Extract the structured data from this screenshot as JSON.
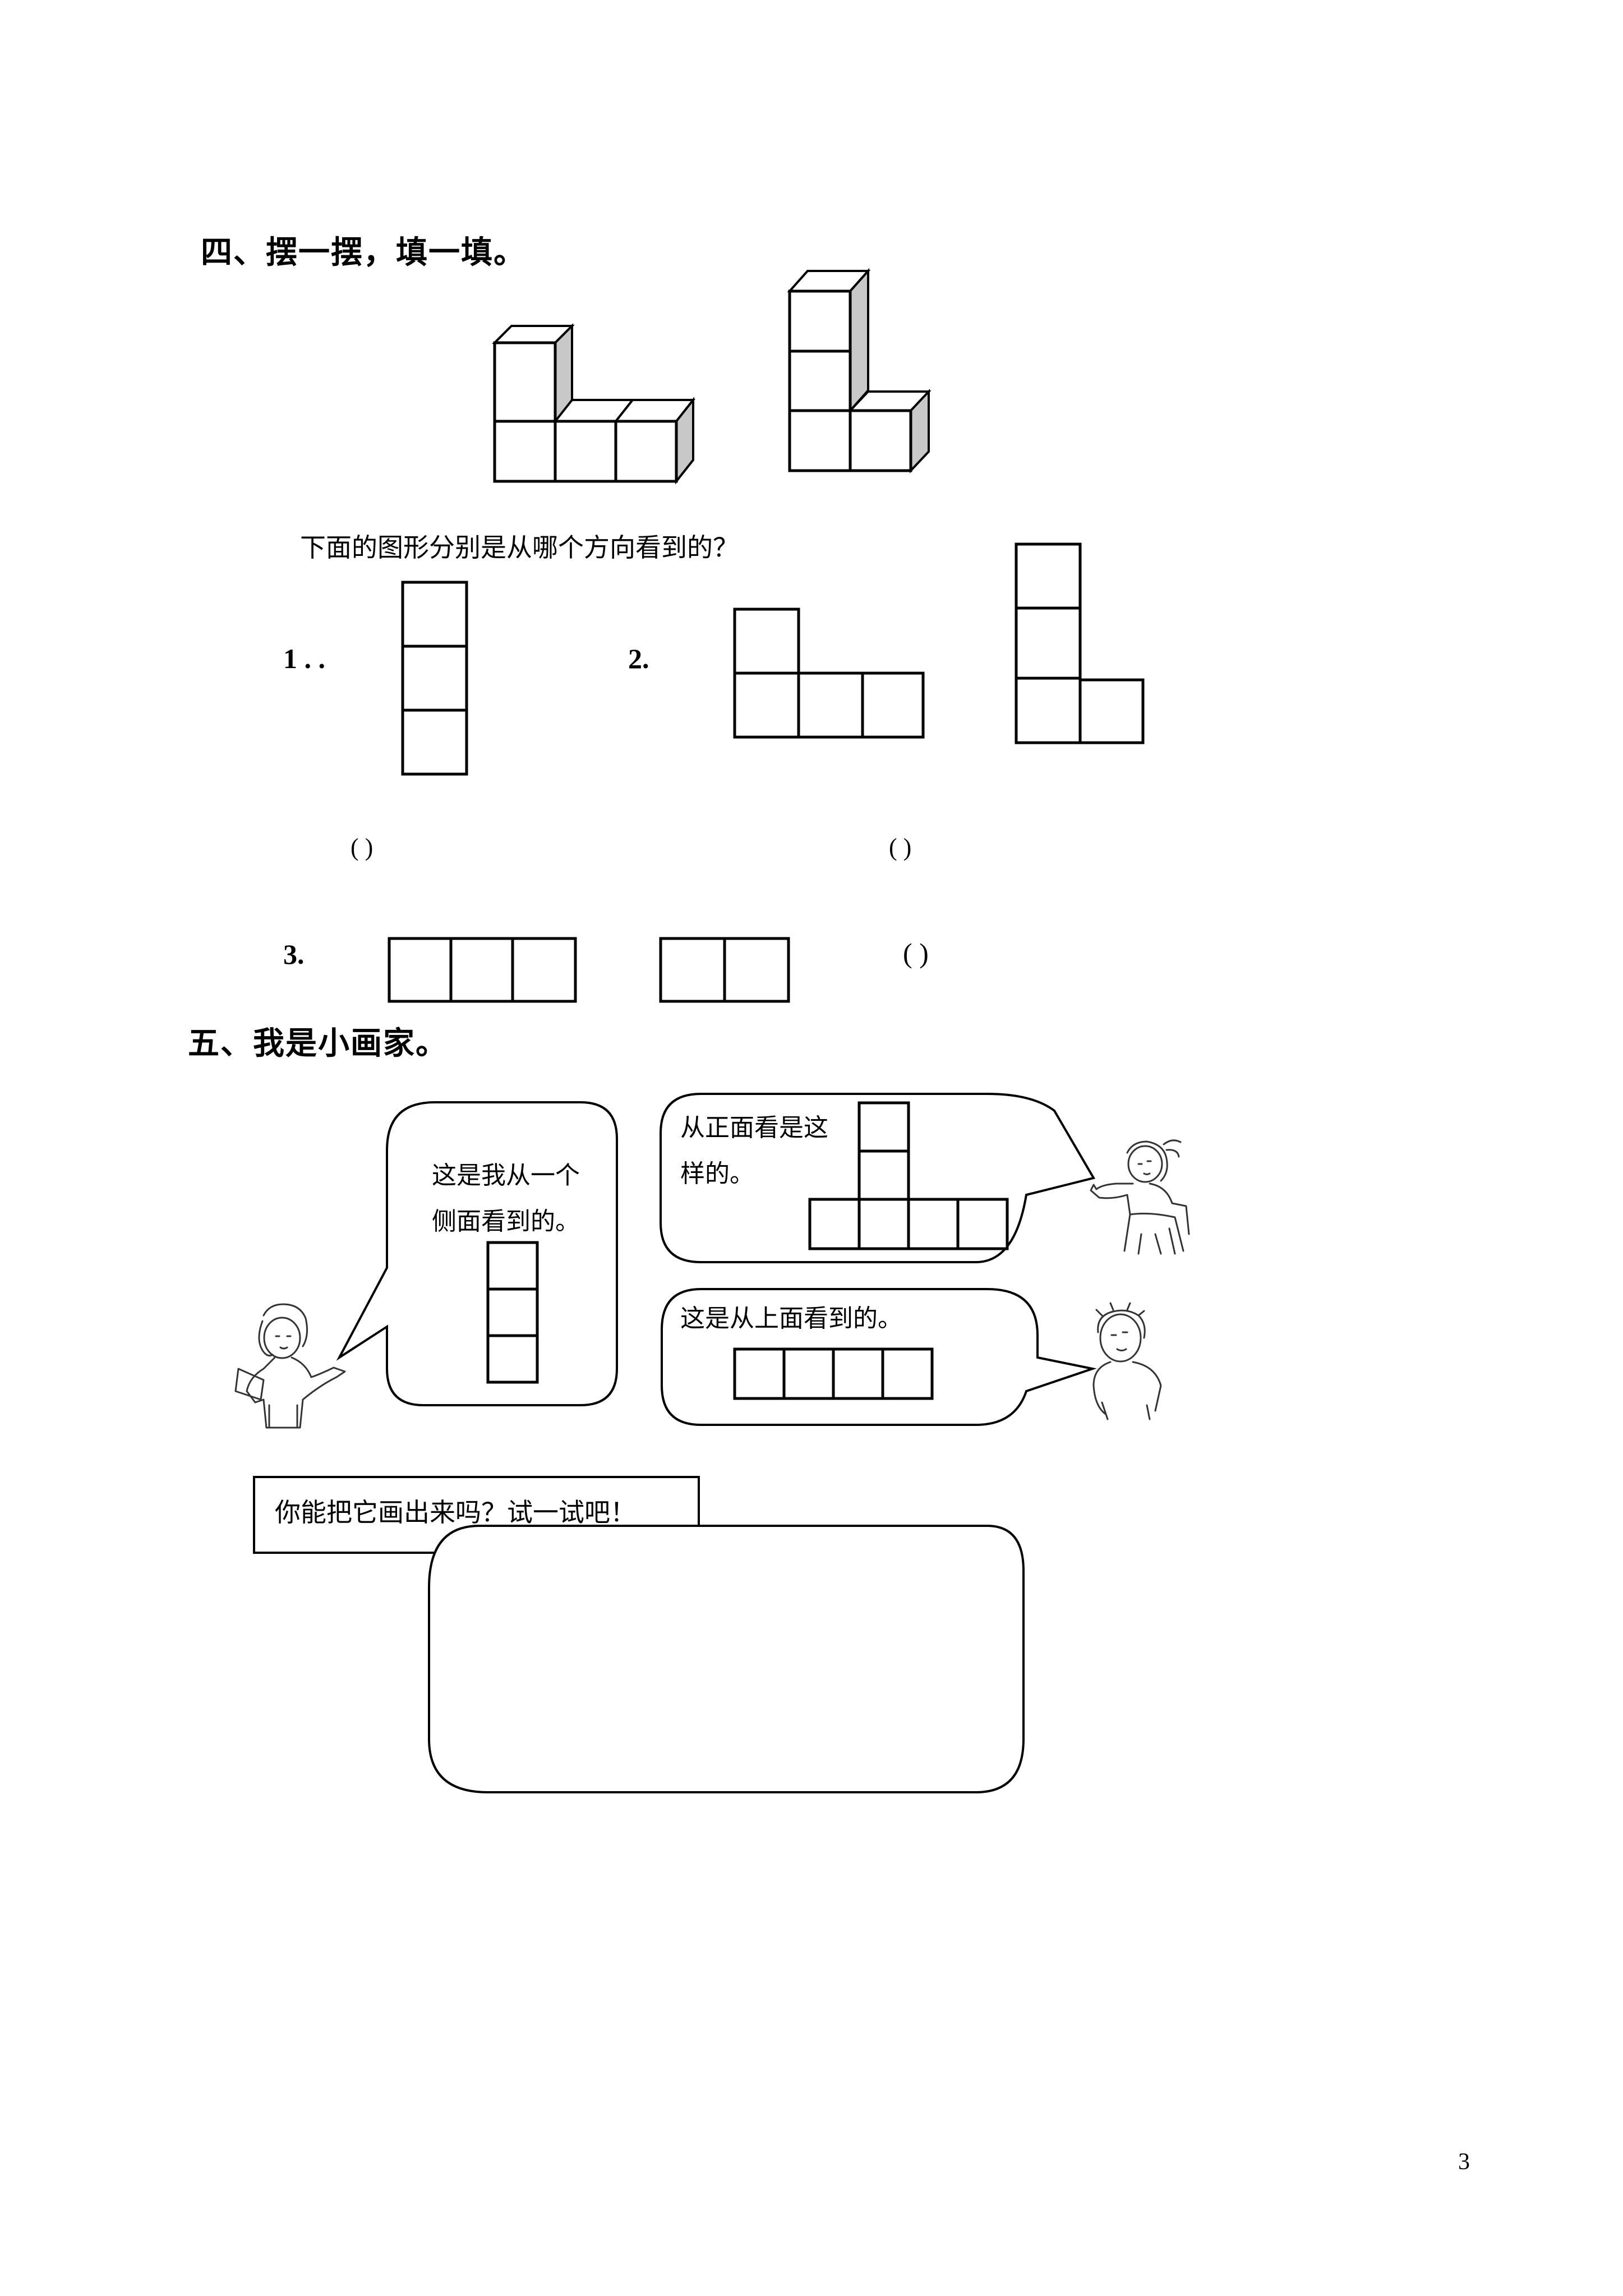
{
  "section4": {
    "heading": "四、摆一摆，填一填。",
    "question": "下面的图形分别是从哪个方向看到的？",
    "item1_label": "1 . .",
    "item2_label": "2.",
    "item3_label": "3.",
    "answer_blank": "(          )"
  },
  "section5": {
    "heading": "五、我是小画家。",
    "bubble_side": [
      "这是我从一个",
      "侧面看到的。"
    ],
    "bubble_front": [
      "从正面看是这",
      "样的。"
    ],
    "bubble_top": "这是从上面看到的。",
    "prompt": "你能把它画出来吗？试一试吧！"
  },
  "footer": {
    "page_number": "3"
  },
  "icons": [
    "cube-figure",
    "girl-with-book-icon",
    "girl-pointing-icon",
    "boy-icon"
  ]
}
